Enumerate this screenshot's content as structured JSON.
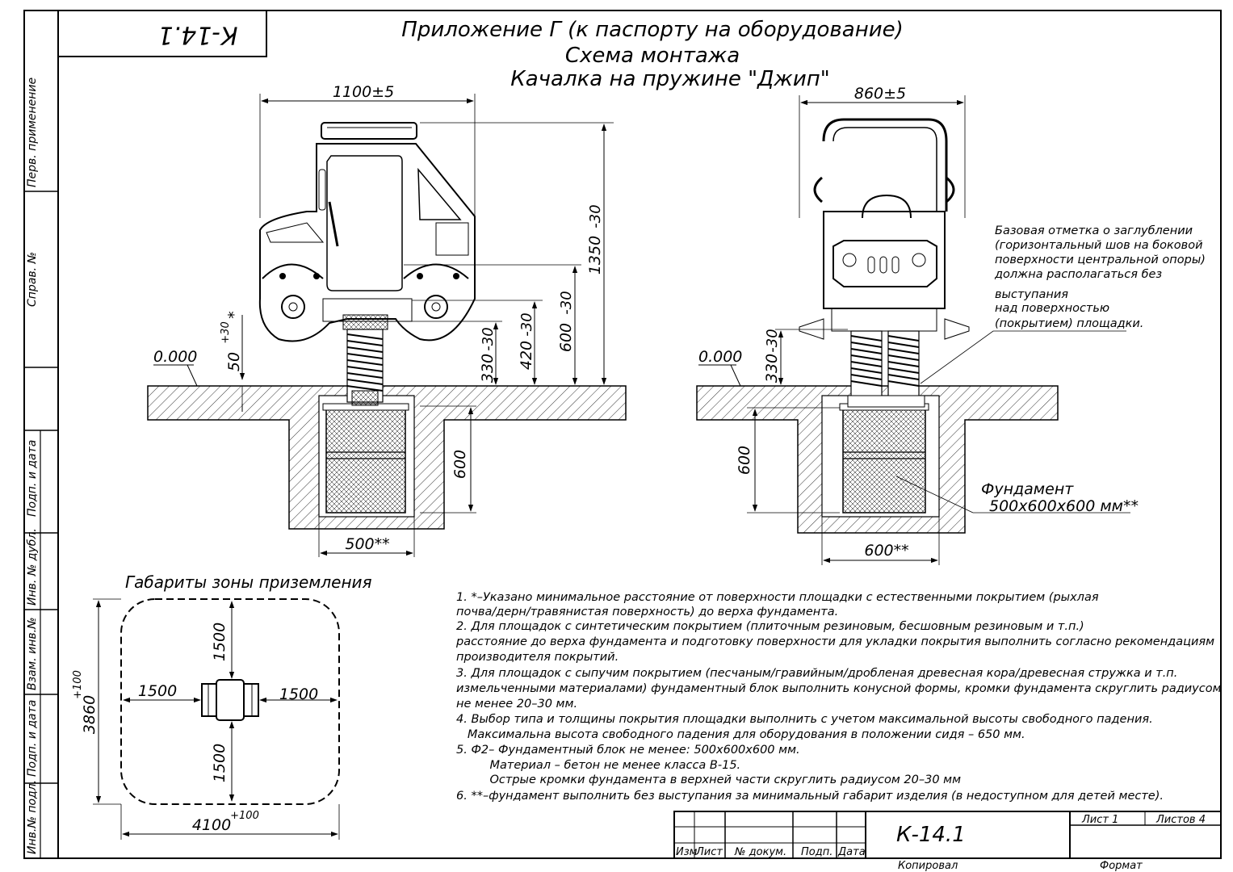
{
  "drawing": {
    "code": "К-14.1",
    "title_line1": "Приложение Г (к паспорту на оборудование)",
    "title_line2": "Схема монтажа",
    "title_line3": "Качалка на пружине \"Джип\""
  },
  "side_stamp": {
    "perv_primenenie": "Перв. применение",
    "sprav_no": "Справ. №",
    "podp_i_data_1": "Подп. и дата",
    "inv_no_dubl": "Инв. № дубл.",
    "vzam_inv_no": "Взам. инв.№",
    "podp_i_data_2": "Подп. и дата",
    "inv_no_podl": "Инв.№ подл."
  },
  "front_view": {
    "width_dim": "1100±5",
    "height_total": "1350",
    "height_total_tol": "-30",
    "height_600": "600",
    "height_600_tol": "-30",
    "height_420": "420",
    "height_420_tol": "-30",
    "height_330": "330",
    "height_330_tol": "-30",
    "height_50": "50",
    "height_50_tol": "+30",
    "height_50_mark": "*",
    "level": "0.000",
    "found_depth": "600",
    "found_width": "500**"
  },
  "side_view": {
    "width_dim": "860±5",
    "height_330": "330",
    "height_330_tol": "-30",
    "level": "0.000",
    "found_depth": "600",
    "found_width": "600**",
    "note_lines": [
      "Базовая отметка о заглублении",
      "(горизонтальный шов на боковой",
      "поверхности центральной опоры)",
      "должна располагаться без",
      "выступания",
      "над поверхностью",
      "(покрытием) площадки."
    ],
    "fundament_label": "Фундамент",
    "fundament_size": "500х600х600 мм**"
  },
  "landing_zone": {
    "title": "Габариты зоны приземления",
    "dim_top": "1500",
    "dim_bottom": "1500",
    "dim_left": "1500",
    "dim_right": "1500",
    "dim_height": "3860",
    "dim_height_tol": "+100",
    "dim_width": "4100",
    "dim_width_tol": "+100"
  },
  "notes": [
    "1. *–Указано минимальное расстояние от поверхности площадки с естественными покрытием (рыхлая",
    "почва/дерн/травянистая поверхность) до верха фундамента.",
    "2. Для площадок с синтетическим покрытием (плиточным резиновым, бесшовным резиновым и т.п.)",
    "расстояние до верха фундамента и подготовку поверхности для укладки покрытия выполнить согласно рекомендациям",
    "производителя покрытий.",
    "3. Для площадок с сыпучим покрытием (песчаным/гравийным/дробленая древесная кора/древесная стружка и т.п.",
    "измельченными материалами) фундаментный блок выполнить конусной формы, кромки фундамента скруглить радиусом",
    "не менее 20–30 мм.",
    "4. Выбор типа и толщины покрытия площадки выполнить с учетом максимальной высоты свободного падения.",
    "   Максимальна высота свободного падения для оборудования в положении сидя – 650 мм.",
    "5. Ф2– Фундаментный блок не менее: 500х600х600 мм.",
    "         Материал – бетон не менее класса В-15.",
    "         Острые кромки фундамента в верхней части скруглить радиусом 20–30 мм",
    "6. **–фундамент выполнить без выступания за минимальный габарит изделия (в недоступном для детей месте)."
  ],
  "title_block": {
    "izm": "Изм",
    "list_col": "Лист",
    "no_dokum": "№ докум.",
    "podp": "Подп.",
    "data": "Дата",
    "code": "К-14.1",
    "list": "Лист 1",
    "listov": "Листов 4",
    "kopiroval": "Копировал",
    "format": "Формат"
  }
}
